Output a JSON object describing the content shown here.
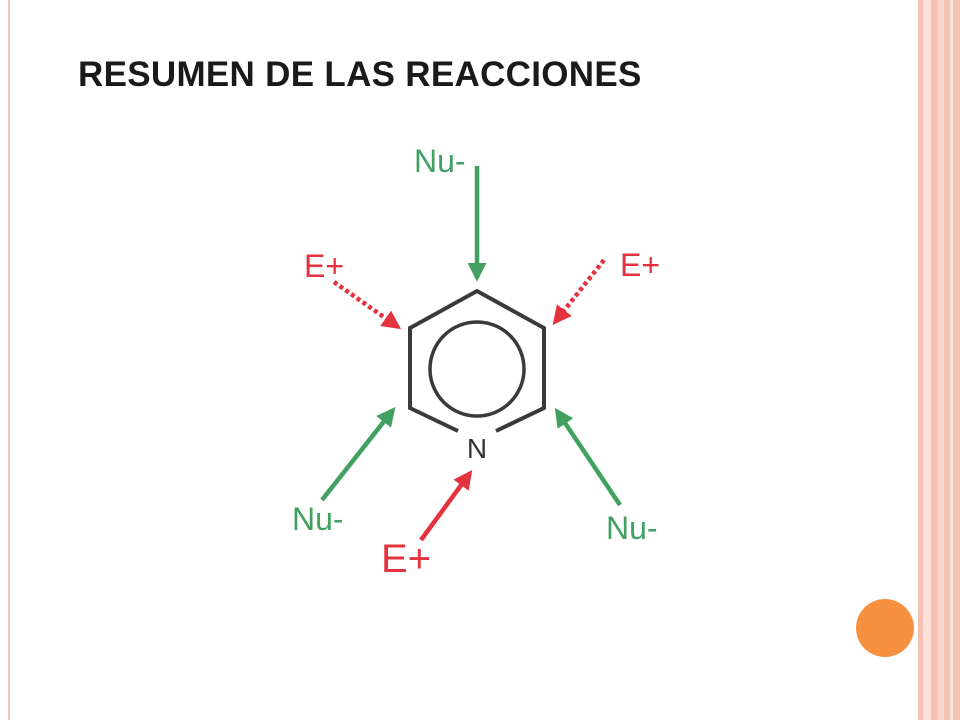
{
  "slide": {
    "title": "RESUMEN DE LAS REACCIONES"
  },
  "diagram": {
    "ring_atom": "N",
    "labels": {
      "nu_top": "Nu-",
      "e_top_left": "E+",
      "e_top_right": "E+",
      "nu_bottom_left": "Nu-",
      "nu_bottom_right": "Nu-",
      "e_bottom": "E+"
    }
  },
  "colors": {
    "nucleophile": "#42a060",
    "electrophile": "#e5323f",
    "ring": "#3a3a3a",
    "accent_dot": "#f7913f",
    "border": "#f4c2b5"
  }
}
